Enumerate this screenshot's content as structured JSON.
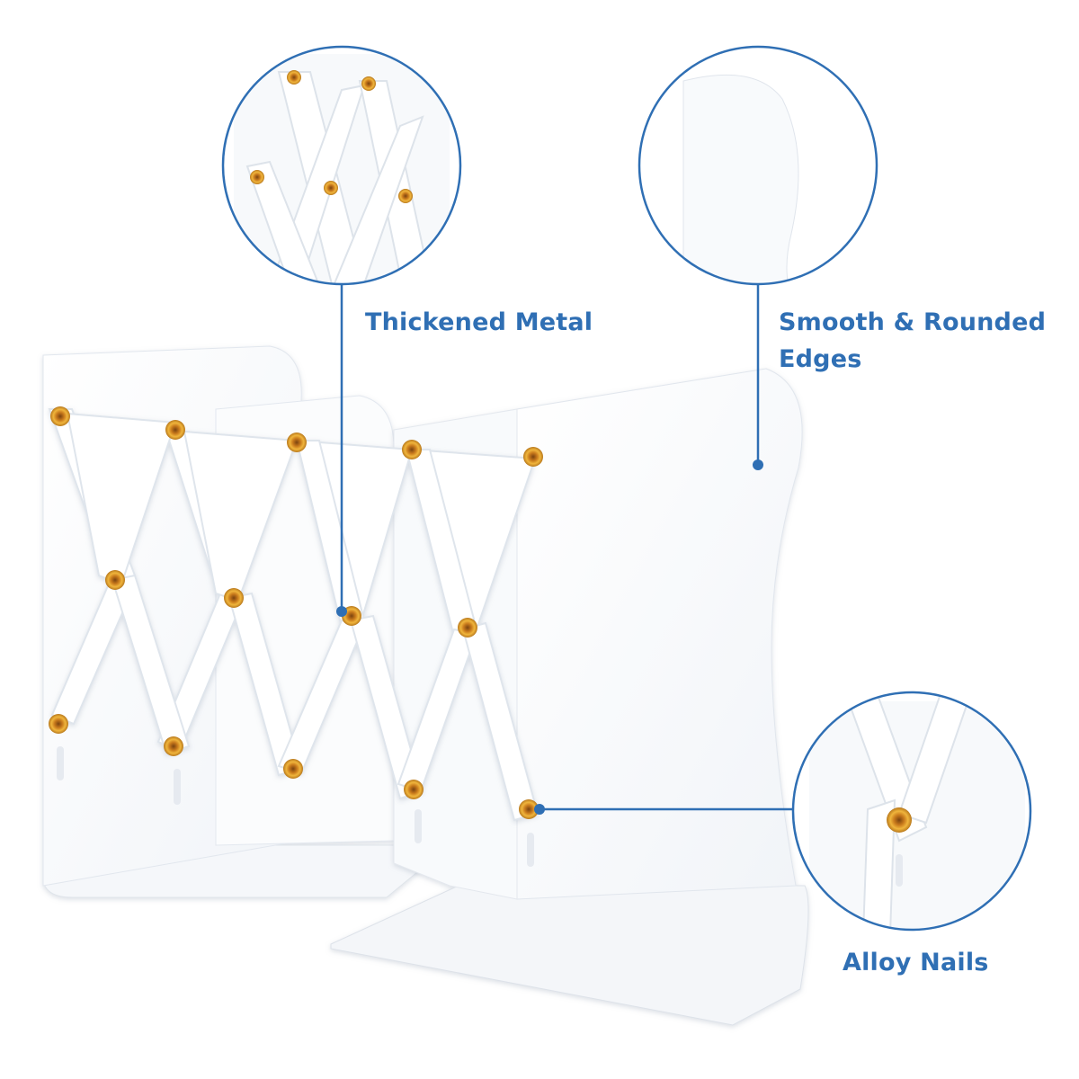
{
  "product": "adjustable metal bookends",
  "colors": {
    "accent": "#2f6fb4",
    "metal": "#ffffff",
    "metal_shadow": "#eef1f6",
    "nail_gold": "#e2a52e",
    "nail_center": "#b56d1a"
  },
  "callouts": [
    {
      "id": "thickened-metal",
      "lines": [
        "Thickened Metal"
      ]
    },
    {
      "id": "rounded-edges",
      "lines": [
        "Smooth & Rounded",
        "Edges"
      ]
    },
    {
      "id": "alloy-nails",
      "lines": [
        "Alloy Nails"
      ]
    }
  ]
}
